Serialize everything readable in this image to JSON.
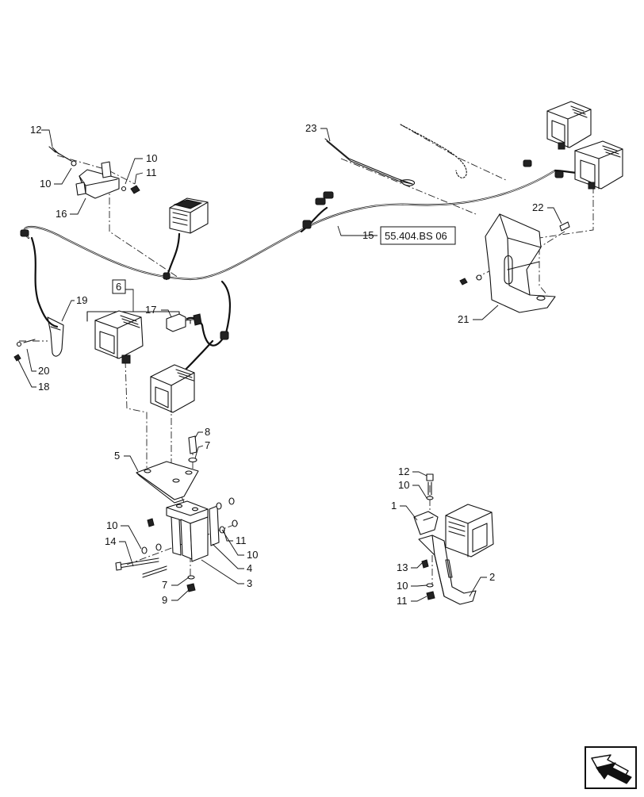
{
  "callouts": [
    {
      "id": "c12a",
      "text": "12"
    },
    {
      "id": "c10a",
      "text": "10"
    },
    {
      "id": "c10b",
      "text": "10"
    },
    {
      "id": "c11a",
      "text": "11"
    },
    {
      "id": "c16",
      "text": "16"
    },
    {
      "id": "c23",
      "text": "23"
    },
    {
      "id": "c22",
      "text": "22"
    },
    {
      "id": "c15",
      "text": "15"
    },
    {
      "id": "c21",
      "text": "21"
    },
    {
      "id": "c6",
      "text": "6"
    },
    {
      "id": "c19",
      "text": "19"
    },
    {
      "id": "c17",
      "text": "17"
    },
    {
      "id": "c20",
      "text": "20"
    },
    {
      "id": "c18",
      "text": "18"
    },
    {
      "id": "c8",
      "text": "8"
    },
    {
      "id": "c7a",
      "text": "7"
    },
    {
      "id": "c5",
      "text": "5"
    },
    {
      "id": "c10c",
      "text": "10"
    },
    {
      "id": "c14",
      "text": "14"
    },
    {
      "id": "c11b",
      "text": "11"
    },
    {
      "id": "c10d",
      "text": "10"
    },
    {
      "id": "c4",
      "text": "4"
    },
    {
      "id": "c3",
      "text": "3"
    },
    {
      "id": "c7b",
      "text": "7"
    },
    {
      "id": "c9",
      "text": "9"
    },
    {
      "id": "c12b",
      "text": "12"
    },
    {
      "id": "c10e",
      "text": "10"
    },
    {
      "id": "c1",
      "text": "1"
    },
    {
      "id": "c13",
      "text": "13"
    },
    {
      "id": "c10f",
      "text": "10"
    },
    {
      "id": "c11c",
      "text": "11"
    },
    {
      "id": "c2",
      "text": "2"
    }
  ],
  "reference": {
    "text": "55.404.BS 06"
  },
  "kit_box": {
    "text": "6"
  },
  "icons": {
    "navigation": "page-navigation-arrow-icon"
  }
}
